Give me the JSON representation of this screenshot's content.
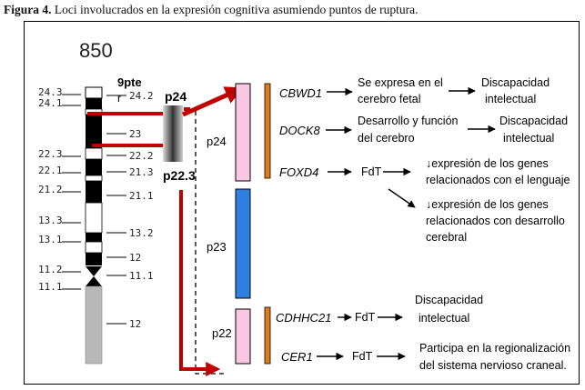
{
  "caption": {
    "label": "Figura 4.",
    "text": "Loci involucrados en la expresión cognitiva asumiendo puntos de ruptura."
  },
  "ideogram": {
    "resolution": "850",
    "bands_left": [
      "24.3",
      "24.1",
      "22.3",
      "22.1",
      "21.2",
      "13.3",
      "13.1",
      "11.2",
      "11.1"
    ],
    "bands_right": [
      "24.2",
      "23",
      "22.2",
      "21.3",
      "21.1",
      "13.2",
      "12",
      "11.1",
      "12"
    ]
  },
  "breakpoints": {
    "chrom_label": "9pte",
    "r_label": "r",
    "p24_label": "p24",
    "p223_label": "p22.3"
  },
  "region_bars": {
    "p24": "p24",
    "p23": "p23",
    "p22": "p22"
  },
  "genes": [
    {
      "name": "CBWD1",
      "steps": [
        "Se expresa en el cerebro fetal"
      ],
      "outcome": "Discapacidad intelectual"
    },
    {
      "name": "DOCK8",
      "steps": [
        "Desarrollo y  función del cerebro"
      ],
      "outcome": "Discapacidad intelectual"
    },
    {
      "name": "FOXD4",
      "steps": [
        "FdT"
      ],
      "outcomes": [
        "↓expresión de los genes relacionados con el lenguaje",
        "↓expresión de los genes relacionados con desarrollo cerebral"
      ]
    },
    {
      "name": "CDHHC21",
      "steps": [
        "FdT"
      ],
      "outcome": "Discapacidad intelectual"
    },
    {
      "name": "CER1",
      "steps": [
        "FdT"
      ],
      "outcome": "Participa en la regionalización del sistema nervioso craneal."
    }
  ],
  "colors": {
    "arrow_red": "#c00000",
    "p24_fill": "#f9c6e4",
    "p23_fill": "#2f7fe0",
    "p22_fill": "#f9c6e4",
    "orange_bar": "#e07a1a",
    "band_dark": "#000000",
    "band_gray": "#b8b8b8"
  }
}
